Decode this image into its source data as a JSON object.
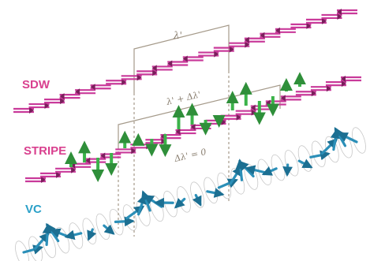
{
  "labels": {
    "sdw": "SDW",
    "stripe": "STRIPE",
    "vc": "VC"
  },
  "annotations": {
    "lambda": "λ'",
    "lambda_plus": "λ' + Δλ'",
    "delta_zero": "Δλ' = 0"
  },
  "colors": {
    "sdw": "#d9418f",
    "stripe_label": "#d9418f",
    "vc": "#2aa0c8",
    "magenta_arrow": "#c93a9a",
    "magenta_dark": "#7a1f5c",
    "green_arrow": "#3bb34a",
    "cyan_arrow": "#2b8fb8",
    "guide": "#a59a8a",
    "helix": "#c8c8c8"
  }
}
